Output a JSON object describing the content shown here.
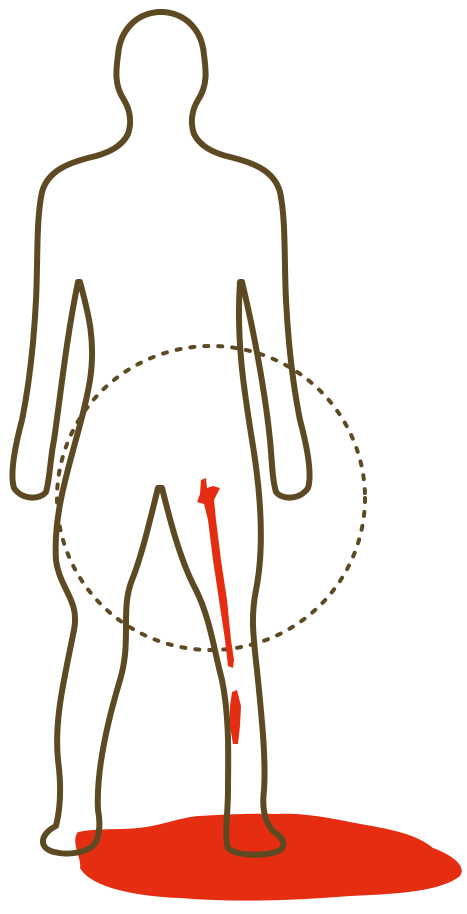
{
  "illustration": {
    "subject": "human-figure-front-view-leg-bleeding",
    "colors": {
      "outline": "#5e4a22",
      "blood": "#e52d12",
      "background": "#ffffff"
    },
    "elements": [
      "body-outline",
      "injury-highlight-circle",
      "blood-trail",
      "blood-pool"
    ]
  }
}
